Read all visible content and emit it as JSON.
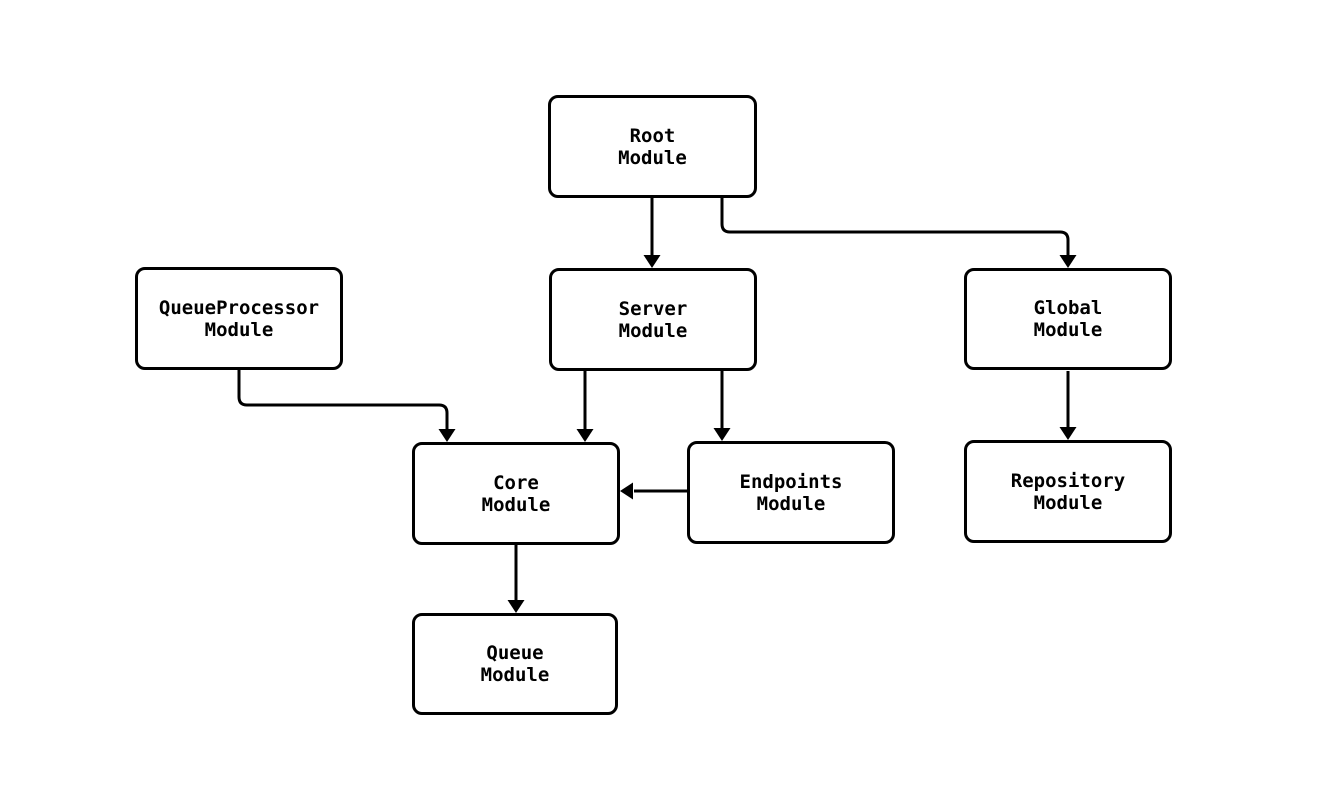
{
  "diagram": {
    "kind": "module-dependency-graph",
    "colors": {
      "background": "#ffffff",
      "node_fill": "#ffffff",
      "node_border": "#000000",
      "edge": "#000000",
      "text": "#000000"
    },
    "nodes": [
      {
        "id": "root",
        "label": "Root\nModule"
      },
      {
        "id": "queue-processor",
        "label": "QueueProcessor\nModule"
      },
      {
        "id": "server",
        "label": "Server\nModule"
      },
      {
        "id": "global",
        "label": "Global\nModule"
      },
      {
        "id": "core",
        "label": "Core\nModule"
      },
      {
        "id": "endpoints",
        "label": "Endpoints\nModule"
      },
      {
        "id": "repository",
        "label": "Repository\nModule"
      },
      {
        "id": "queue",
        "label": "Queue\nModule"
      }
    ],
    "edges": [
      {
        "from": "root",
        "to": "server"
      },
      {
        "from": "root",
        "to": "global"
      },
      {
        "from": "queue-processor",
        "to": "core"
      },
      {
        "from": "server",
        "to": "core"
      },
      {
        "from": "server",
        "to": "endpoints"
      },
      {
        "from": "endpoints",
        "to": "core"
      },
      {
        "from": "core",
        "to": "queue"
      },
      {
        "from": "global",
        "to": "repository"
      }
    ]
  }
}
